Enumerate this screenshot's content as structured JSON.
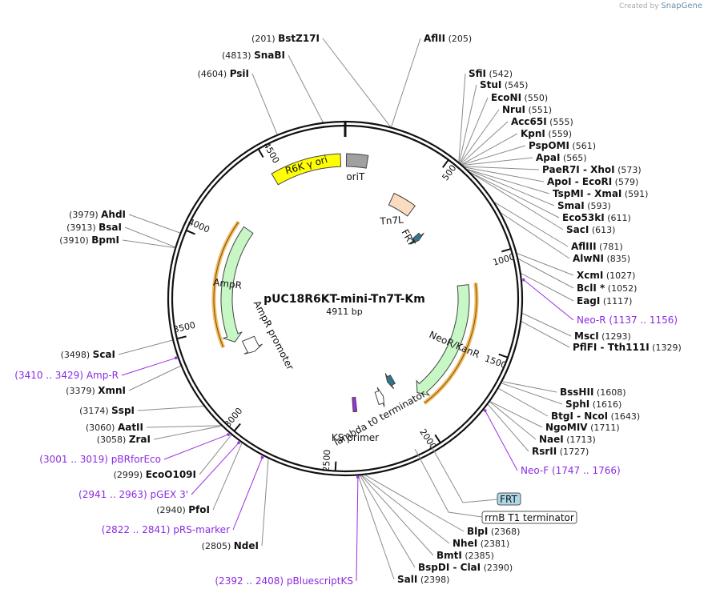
{
  "credit": {
    "prefix": "Created by",
    "brand": "SnapGene"
  },
  "plasmid": {
    "name": "pUC18R6KT-mini-Tn7T-Km",
    "length": 4911,
    "length_label": "4911 bp"
  },
  "ticks": [
    {
      "bp": 500,
      "label": "500"
    },
    {
      "bp": 1000,
      "label": "1000"
    },
    {
      "bp": 1500,
      "label": "1500"
    },
    {
      "bp": 2000,
      "label": "2000"
    },
    {
      "bp": 2500,
      "label": "2500"
    },
    {
      "bp": 3000,
      "label": "3000"
    },
    {
      "bp": 3500,
      "label": "3500"
    },
    {
      "bp": 4000,
      "label": "4000"
    },
    {
      "bp": 4500,
      "label": "4500"
    }
  ],
  "sites": [
    {
      "name": "BstZ17I",
      "pos": "(201)",
      "bp": 201
    },
    {
      "name": "AflII",
      "pos": "(205)",
      "bp": 205
    },
    {
      "name": "SfiI",
      "pos": "(542)",
      "bp": 542
    },
    {
      "name": "StuI",
      "pos": "(545)",
      "bp": 545
    },
    {
      "name": "EcoNI",
      "pos": "(550)",
      "bp": 550
    },
    {
      "name": "NruI",
      "pos": "(551)",
      "bp": 551
    },
    {
      "name": "Acc65I",
      "pos": "(555)",
      "bp": 555
    },
    {
      "name": "KpnI",
      "pos": "(559)",
      "bp": 559
    },
    {
      "name": "PspOMI",
      "pos": "(561)",
      "bp": 561
    },
    {
      "name": "ApaI",
      "pos": "(565)",
      "bp": 565
    },
    {
      "name": "PaeR7I - XhoI",
      "pos": "(573)",
      "bp": 573
    },
    {
      "name": "ApoI - EcoRI",
      "pos": "(579)",
      "bp": 579
    },
    {
      "name": "TspMI - XmaI",
      "pos": "(591)",
      "bp": 591
    },
    {
      "name": "SmaI",
      "pos": "(593)",
      "bp": 593
    },
    {
      "name": "Eco53kI",
      "pos": "(611)",
      "bp": 611
    },
    {
      "name": "SacI",
      "pos": "(613)",
      "bp": 613
    },
    {
      "name": "AflIII",
      "pos": "(781)",
      "bp": 781
    },
    {
      "name": "AlwNI",
      "pos": "(835)",
      "bp": 835
    },
    {
      "name": "XcmI",
      "pos": "(1027)",
      "bp": 1027
    },
    {
      "name": "BclI *",
      "pos": "(1052)",
      "bp": 1052
    },
    {
      "name": "EagI",
      "pos": "(1117)",
      "bp": 1117
    },
    {
      "name": "MscI",
      "pos": "(1293)",
      "bp": 1293
    },
    {
      "name": "PflFI - Tth111I",
      "pos": "(1329)",
      "bp": 1329
    },
    {
      "name": "BssHII",
      "pos": "(1608)",
      "bp": 1608
    },
    {
      "name": "SphI",
      "pos": "(1616)",
      "bp": 1616
    },
    {
      "name": "BtgI - NcoI",
      "pos": "(1643)",
      "bp": 1643
    },
    {
      "name": "NgoMIV",
      "pos": "(1711)",
      "bp": 1711
    },
    {
      "name": "NaeI",
      "pos": "(1713)",
      "bp": 1713
    },
    {
      "name": "RsrII",
      "pos": "(1727)",
      "bp": 1727
    },
    {
      "name": "BlpI",
      "pos": "(2368)",
      "bp": 2368
    },
    {
      "name": "NheI",
      "pos": "(2381)",
      "bp": 2381
    },
    {
      "name": "BmtI",
      "pos": "(2385)",
      "bp": 2385
    },
    {
      "name": "BspDI - ClaI",
      "pos": "(2390)",
      "bp": 2390
    },
    {
      "name": "SalI",
      "pos": "(2398)",
      "bp": 2398
    },
    {
      "name": "NdeI",
      "pos": "(2805)",
      "bp": 2805
    },
    {
      "name": "PfoI",
      "pos": "(2940)",
      "bp": 2940
    },
    {
      "name": "EcoO109I",
      "pos": "(2999)",
      "bp": 2999
    },
    {
      "name": "ZraI",
      "pos": "(3058)",
      "bp": 3058
    },
    {
      "name": "AatII",
      "pos": "(3060)",
      "bp": 3060
    },
    {
      "name": "SspI",
      "pos": "(3174)",
      "bp": 3174
    },
    {
      "name": "XmnI",
      "pos": "(3379)",
      "bp": 3379
    },
    {
      "name": "ScaI",
      "pos": "(3498)",
      "bp": 3498
    },
    {
      "name": "BpmI",
      "pos": "(3910)",
      "bp": 3910
    },
    {
      "name": "BsaI",
      "pos": "(3913)",
      "bp": 3913
    },
    {
      "name": "AhdI",
      "pos": "(3979)",
      "bp": 3979
    },
    {
      "name": "PsiI",
      "pos": "(4604)",
      "bp": 4604
    },
    {
      "name": "SnaBI",
      "pos": "(4813)",
      "bp": 4813
    }
  ],
  "primers": [
    {
      "range": "(1137 .. 1156)",
      "name": "Neo-R",
      "bp": 1146
    },
    {
      "range": "(1747 .. 1766)",
      "name": "Neo-F",
      "bp": 1756
    },
    {
      "range": "(2392 .. 2408)",
      "name": "pBluescriptKS",
      "bp": 2400
    },
    {
      "range": "(2822 .. 2841)",
      "name": "pRS-marker",
      "bp": 2831
    },
    {
      "range": "(2941 .. 2963)",
      "name": "pGEX 3'",
      "bp": 2952
    },
    {
      "range": "(3001 .. 3019)",
      "name": "pBRforEco",
      "bp": 3010
    },
    {
      "range": "(3410 .. 3429)",
      "name": "Amp-R",
      "bp": 3419
    }
  ],
  "features": [
    {
      "name": "R6K γ ori",
      "start": 4495,
      "end": 4885,
      "color": "#ffff00",
      "arrow": "none"
    },
    {
      "name": "oriT",
      "start": 7,
      "end": 125,
      "color": "#a0a0a0",
      "arrow": "none"
    },
    {
      "name": "Tn7L",
      "start": 340,
      "end": 505,
      "color": "#fbdcc0",
      "arrow": "none"
    },
    {
      "name": "FRT",
      "start": 660,
      "end": 705,
      "color": "#31748f",
      "arrow": "cw"
    },
    {
      "name": "NeoR/KanR",
      "start": 1140,
      "end": 1945,
      "color": "#c6f7c4",
      "arrow": "cw"
    },
    {
      "name": "FRT",
      "start": 2040,
      "end": 2090,
      "color": "#31748f",
      "arrow": "cw"
    },
    {
      "name": "lambda t0 terminator",
      "start": 2165,
      "end": 2215,
      "color": "#ffffff",
      "arrow": "ccw"
    },
    {
      "name": "KS primer",
      "start": 2375,
      "end": 2400,
      "color": "#9b30e0",
      "arrow": "none"
    },
    {
      "name": "AmpR promoter",
      "start": 3270,
      "end": 3375,
      "color": "#ffffff",
      "arrow": "ccw"
    },
    {
      "name": "AmpR",
      "start": 3390,
      "end": 4165,
      "color": "#c6f7c4",
      "arrow": "ccw"
    }
  ],
  "outside_labels": {
    "frt": "FRT",
    "terminator": "rrnB T1 terminator"
  },
  "colors": {
    "backbone": "#111111",
    "leader": "#8c8c8c",
    "primer": "#9b30e0",
    "orf": "#f0b040"
  }
}
